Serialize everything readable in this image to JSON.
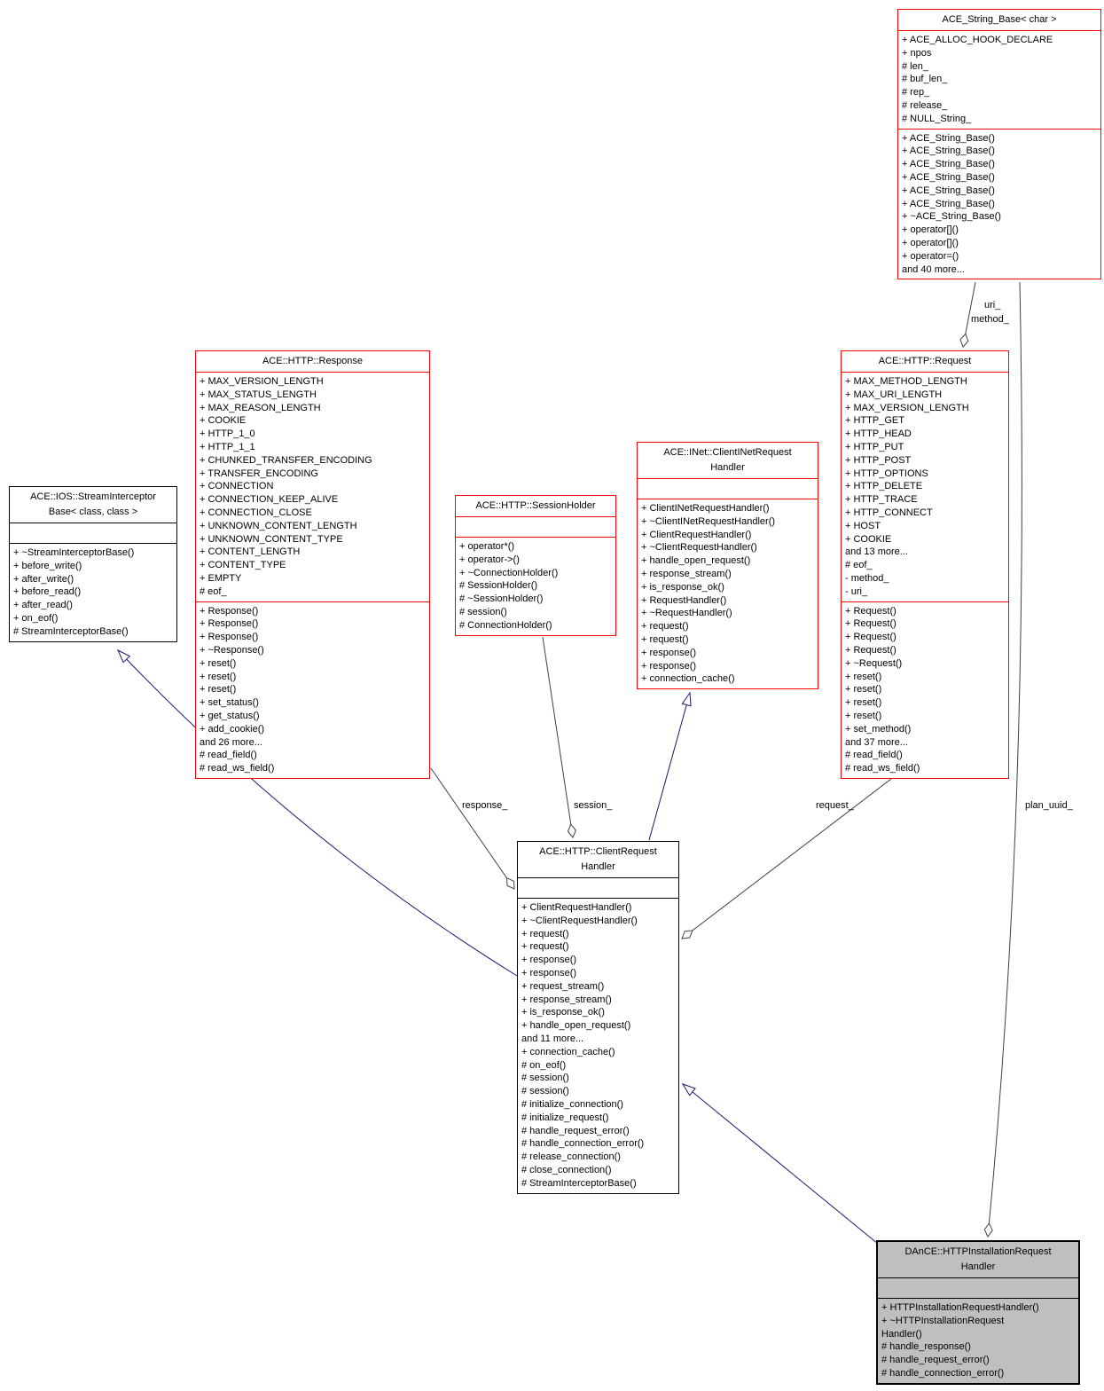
{
  "diagram_title": "DAnCE::HTTPInstallationRequestHandler collaboration diagram",
  "colors": {
    "partial_class_border": "#ff0000",
    "full_class_border": "#000000",
    "highlight_class_fill": "#bfbfbf",
    "inheritance_edge": "#191970",
    "aggregation_edge": "#404040",
    "background": "#ffffff"
  },
  "classes": [
    {
      "id": "stringbase",
      "title_lines": [
        "ACE_String_Base< char >"
      ],
      "attributes": [
        "+ ACE_ALLOC_HOOK_DECLARE",
        "+ npos",
        "# len_",
        "# buf_len_",
        "# rep_",
        "# release_",
        "# NULL_String_"
      ],
      "methods": [
        "+ ACE_String_Base()",
        "+ ACE_String_Base()",
        "+ ACE_String_Base()",
        "+ ACE_String_Base()",
        "+ ACE_String_Base()",
        "+ ACE_String_Base()",
        "+ ~ACE_String_Base()",
        "+ operator[]()",
        "+ operator[]()",
        "+ operator=()",
        "and 40 more..."
      ]
    },
    {
      "id": "response",
      "title_lines": [
        "ACE::HTTP::Response"
      ],
      "attributes": [
        "+ MAX_VERSION_LENGTH",
        "+ MAX_STATUS_LENGTH",
        "+ MAX_REASON_LENGTH",
        "+ COOKIE",
        "+ HTTP_1_0",
        "+ HTTP_1_1",
        "+ CHUNKED_TRANSFER_ENCODING",
        "+ TRANSFER_ENCODING",
        "+ CONNECTION",
        "+ CONNECTION_KEEP_ALIVE",
        "+ CONNECTION_CLOSE",
        "+ UNKNOWN_CONTENT_LENGTH",
        "+ UNKNOWN_CONTENT_TYPE",
        "+ CONTENT_LENGTH",
        "+ CONTENT_TYPE",
        "+ EMPTY",
        "# eof_"
      ],
      "methods": [
        "+ Response()",
        "+ Response()",
        "+ Response()",
        "+ ~Response()",
        "+ reset()",
        "+ reset()",
        "+ reset()",
        "+ set_status()",
        "+ get_status()",
        "+ add_cookie()",
        "and 26 more...",
        "# read_field()",
        "# read_ws_field()"
      ]
    },
    {
      "id": "sib",
      "title_lines": [
        "ACE::IOS::StreamInterceptor",
        "Base< class, class >"
      ],
      "attributes": [],
      "methods": [
        "+ ~StreamInterceptorBase()",
        "+ before_write()",
        "+ after_write()",
        "+ before_read()",
        "+ after_read()",
        "+ on_eof()",
        "# StreamInterceptorBase()"
      ]
    },
    {
      "id": "session",
      "title_lines": [
        "ACE::HTTP::SessionHolder"
      ],
      "attributes": [],
      "methods": [
        "+ operator*()",
        "+ operator->()",
        "+ ~ConnectionHolder()",
        "# SessionHolder()",
        "# ~SessionHolder()",
        "# session()",
        "# ConnectionHolder()"
      ]
    },
    {
      "id": "cinet",
      "title_lines": [
        "ACE::INet::ClientINetRequest",
        "Handler"
      ],
      "attributes": [],
      "methods": [
        "+ ClientINetRequestHandler()",
        "+ ~ClientINetRequestHandler()",
        "+ ClientRequestHandler()",
        "+ ~ClientRequestHandler()",
        "+ handle_open_request()",
        "+ response_stream()",
        "+ is_response_ok()",
        "+ RequestHandler()",
        "+ ~RequestHandler()",
        "+ request()",
        "+ request()",
        "+ response()",
        "+ response()",
        "+ connection_cache()"
      ]
    },
    {
      "id": "request",
      "title_lines": [
        "ACE::HTTP::Request"
      ],
      "attributes": [
        "+ MAX_METHOD_LENGTH",
        "+ MAX_URI_LENGTH",
        "+ MAX_VERSION_LENGTH",
        "+ HTTP_GET",
        "+ HTTP_HEAD",
        "+ HTTP_PUT",
        "+ HTTP_POST",
        "+ HTTP_OPTIONS",
        "+ HTTP_DELETE",
        "+ HTTP_TRACE",
        "+ HTTP_CONNECT",
        "+ HOST",
        "+ COOKIE",
        "and 13 more...",
        "# eof_",
        "- method_",
        "- uri_"
      ],
      "methods": [
        "+ Request()",
        "+ Request()",
        "+ Request()",
        "+ Request()",
        "+ ~Request()",
        "+ reset()",
        "+ reset()",
        "+ reset()",
        "+ reset()",
        "+ set_method()",
        "and 37 more...",
        "# read_field()",
        "# read_ws_field()"
      ]
    },
    {
      "id": "crh",
      "title_lines": [
        "ACE::HTTP::ClientRequest",
        "Handler"
      ],
      "attributes": [],
      "methods": [
        "+ ClientRequestHandler()",
        "+ ~ClientRequestHandler()",
        "+ request()",
        "+ request()",
        "+ response()",
        "+ response()",
        "+ request_stream()",
        "+ response_stream()",
        "+ is_response_ok()",
        "+ handle_open_request()",
        "and 11 more...",
        "+ connection_cache()",
        "# on_eof()",
        "# session()",
        "# session()",
        "# initialize_connection()",
        "# initialize_request()",
        "# handle_request_error()",
        "# handle_connection_error()",
        "# release_connection()",
        "# close_connection()",
        "# StreamInterceptorBase()"
      ]
    },
    {
      "id": "dance",
      "title_lines": [
        "DAnCE::HTTPInstallationRequest",
        "Handler"
      ],
      "attributes": [],
      "methods": [
        "+ HTTPInstallationRequestHandler()",
        "+ ~HTTPInstallationRequest",
        "Handler()",
        "# handle_response()",
        "# handle_request_error()",
        "# handle_connection_error()"
      ]
    }
  ],
  "edge_labels": {
    "uri": "uri_",
    "method": "method_",
    "response": "response_",
    "session": "session_",
    "request": "request_",
    "plan_uuid": "plan_uuid_"
  }
}
